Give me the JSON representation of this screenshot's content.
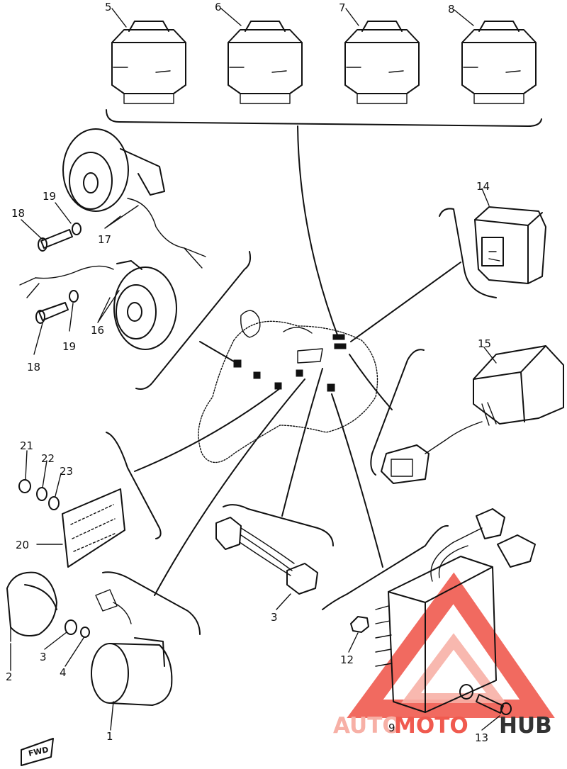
{
  "diagram": {
    "part_labels": {
      "p1": "1",
      "p2": "2",
      "p3a": "3",
      "p3b": "3",
      "p4": "4",
      "p5": "5",
      "p6": "6",
      "p7": "7",
      "p8": "8",
      "p9": "9",
      "p12": "12",
      "p13": "13",
      "p14": "14",
      "p15": "15",
      "p16": "16",
      "p17": "17",
      "p18a": "18",
      "p18b": "18",
      "p19a": "19",
      "p19b": "19",
      "p20": "20",
      "p21": "21",
      "p22": "22",
      "p23": "23"
    },
    "direction_marker": "FWD"
  },
  "watermark": {
    "text_auto": "AUTO",
    "text_moto": "MOTO",
    "text_hub": "HUB",
    "color_primary": "#f05a4f",
    "color_light": "#f7b0a6",
    "color_dark": "#333333"
  }
}
